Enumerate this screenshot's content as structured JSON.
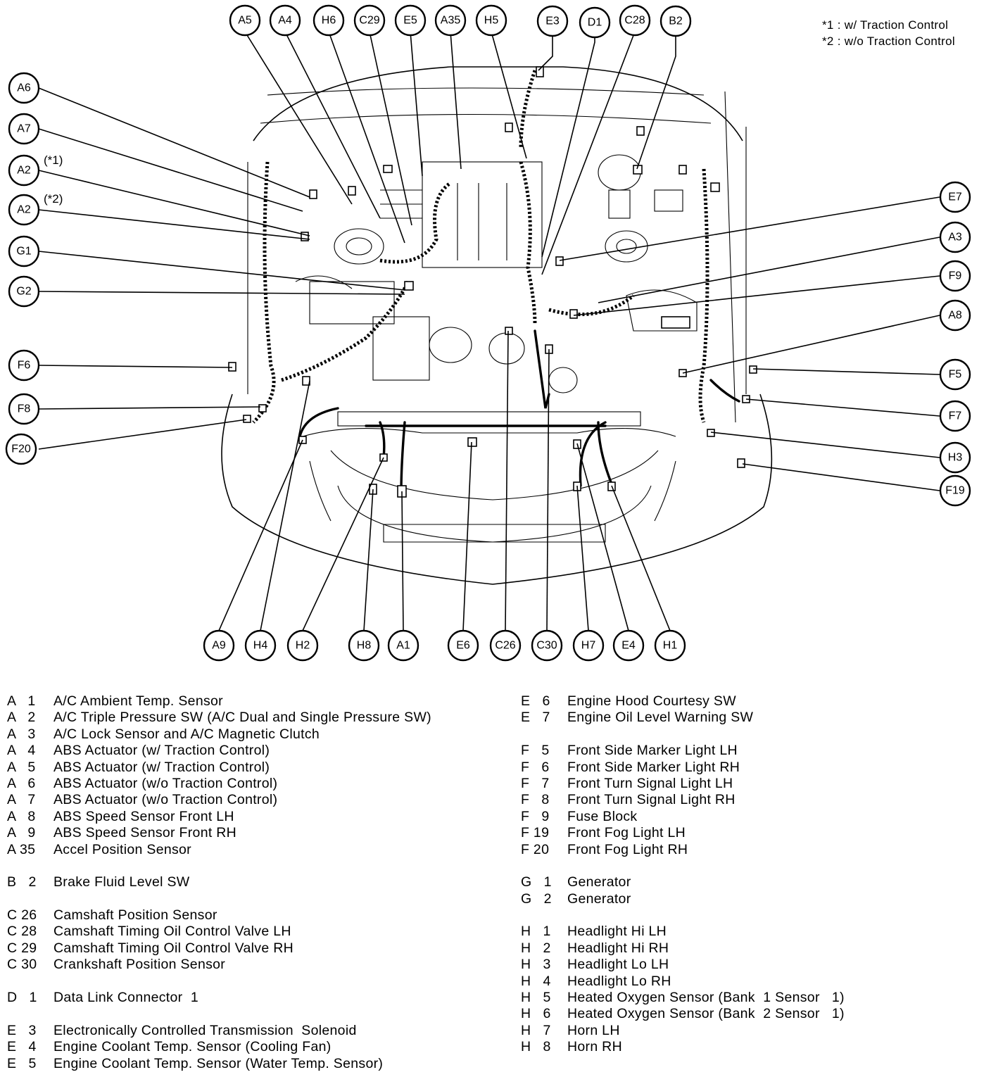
{
  "notes": [
    "*1 : w/  Traction Control",
    "*2 : w/o Traction Control"
  ],
  "qualifiers": [
    "(*1)",
    "(*2)"
  ],
  "callouts_top": [
    "A5",
    "A4",
    "H6",
    "C29",
    "E5",
    "A35",
    "H5",
    "E3",
    "D1",
    "C28",
    "B2"
  ],
  "callouts_left": [
    "A6",
    "A7",
    "A2",
    "A2",
    "G1",
    "G2",
    "F6",
    "F8",
    "F20"
  ],
  "callouts_right": [
    "E7",
    "A3",
    "F9",
    "A8",
    "F5",
    "F7",
    "H3",
    "F19"
  ],
  "callouts_bottom": [
    "A9",
    "H4",
    "H2",
    "H8",
    "A1",
    "E6",
    "C26",
    "C30",
    "H7",
    "E4",
    "H1"
  ],
  "legend_left": [
    {
      "code": "A   1",
      "desc": "A/C Ambient Temp. Sensor"
    },
    {
      "code": "A   2",
      "desc": "A/C Triple Pressure SW (A/C Dual and Single Pressure SW)"
    },
    {
      "code": "A   3",
      "desc": "A/C Lock Sensor and A/C Magnetic Clutch"
    },
    {
      "code": "A   4",
      "desc": "ABS Actuator (w/ Traction Control)"
    },
    {
      "code": "A   5",
      "desc": "ABS Actuator (w/ Traction Control)"
    },
    {
      "code": "A   6",
      "desc": "ABS Actuator (w/o Traction Control)"
    },
    {
      "code": "A   7",
      "desc": "ABS Actuator (w/o Traction Control)"
    },
    {
      "code": "A   8",
      "desc": "ABS Speed Sensor Front LH"
    },
    {
      "code": "A   9",
      "desc": "ABS Speed Sensor Front RH"
    },
    {
      "code": "A 35",
      "desc": "Accel Position Sensor"
    },
    {
      "code": "B   2",
      "desc": "Brake Fluid Level SW",
      "gap": true
    },
    {
      "code": "C 26",
      "desc": "Camshaft Position Sensor",
      "gap": true
    },
    {
      "code": "C 28",
      "desc": "Camshaft Timing Oil Control Valve LH"
    },
    {
      "code": "C 29",
      "desc": "Camshaft Timing Oil Control Valve RH"
    },
    {
      "code": "C 30",
      "desc": "Crankshaft Position Sensor"
    },
    {
      "code": "D   1",
      "desc": "Data Link Connector  1",
      "gap": true
    },
    {
      "code": "E   3",
      "desc": "Electronically Controlled Transmission  Solenoid",
      "gap": true
    },
    {
      "code": "E   4",
      "desc": "Engine Coolant Temp. Sensor (Cooling Fan)"
    },
    {
      "code": "E   5",
      "desc": "Engine Coolant Temp. Sensor (Water Temp. Sensor)"
    }
  ],
  "legend_right": [
    {
      "code": "E   6",
      "desc": "Engine Hood Courtesy SW"
    },
    {
      "code": "E   7",
      "desc": "Engine Oil Level Warning SW"
    },
    {
      "code": "F   5",
      "desc": "Front Side Marker Light LH",
      "gap": true
    },
    {
      "code": "F   6",
      "desc": "Front Side Marker Light RH"
    },
    {
      "code": "F   7",
      "desc": "Front Turn Signal Light LH"
    },
    {
      "code": "F   8",
      "desc": "Front Turn Signal Light RH"
    },
    {
      "code": "F   9",
      "desc": "Fuse Block"
    },
    {
      "code": "F 19",
      "desc": "Front Fog Light LH"
    },
    {
      "code": "F 20",
      "desc": "Front Fog Light RH"
    },
    {
      "code": "G   1",
      "desc": "Generator",
      "gap": true
    },
    {
      "code": "G   2",
      "desc": "Generator"
    },
    {
      "code": "H   1",
      "desc": "Headlight Hi LH",
      "gap": true
    },
    {
      "code": "H   2",
      "desc": "Headlight Hi RH"
    },
    {
      "code": "H   3",
      "desc": "Headlight Lo LH"
    },
    {
      "code": "H   4",
      "desc": "Headlight Lo RH"
    },
    {
      "code": "H   5",
      "desc": "Heated Oxygen Sensor (Bank  1 Sensor   1)"
    },
    {
      "code": "H   6",
      "desc": "Heated Oxygen Sensor (Bank  2 Sensor   1)"
    },
    {
      "code": "H   7",
      "desc": "Horn LH"
    },
    {
      "code": "H   8",
      "desc": "Horn RH"
    }
  ]
}
